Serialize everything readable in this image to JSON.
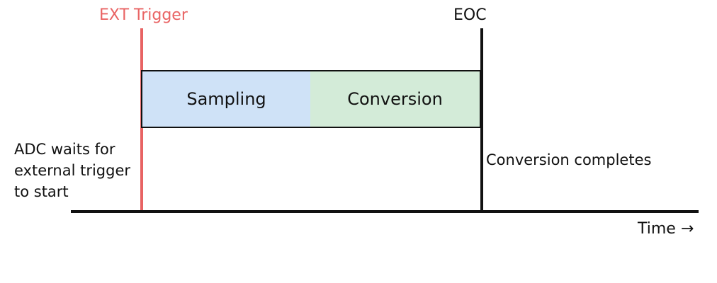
{
  "markers": {
    "trigger_label": "EXT Trigger",
    "eoc_label": "EOC"
  },
  "phases": {
    "sampling": "Sampling",
    "conversion": "Conversion"
  },
  "notes": {
    "trigger_line1": "ADC waits for",
    "trigger_line2": "external trigger",
    "trigger_line3": "to start",
    "completion": "Conversion completes"
  },
  "axis": {
    "label": "Time →"
  },
  "colors": {
    "trigger": "#e86363",
    "sampling_fill": "#cfe2f7",
    "conversion_fill": "#d3ebd8",
    "line": "#111111"
  }
}
